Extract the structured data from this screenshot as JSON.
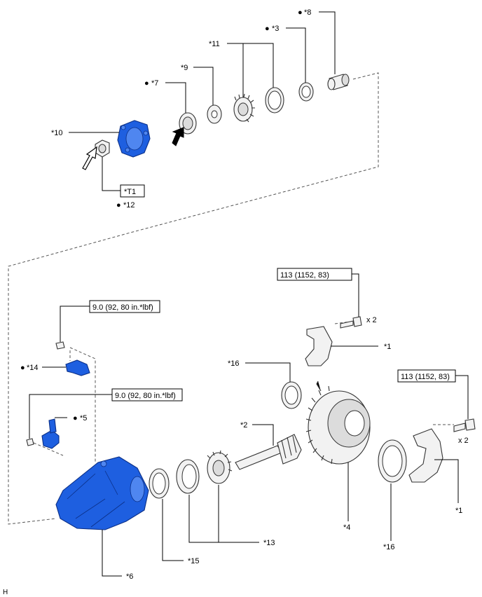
{
  "labels": {
    "p1a": "*1",
    "p1b": "*1",
    "p2": "*2",
    "p3": "*3",
    "p4": "*4",
    "p5": "*5",
    "p6": "*6",
    "p7": "*7",
    "p8": "*8",
    "p9": "*9",
    "p10": "*10",
    "p11": "*11",
    "p12": "*12",
    "p13": "*13",
    "p14": "*14",
    "p15": "*15",
    "p16a": "*16",
    "p16b": "*16",
    "t1": "*T1",
    "footer": "H"
  },
  "torques": {
    "bearing_cap_bolt_left": "113 (1152, 83)",
    "bearing_cap_bolt_right": "113 (1152, 83)",
    "small_bolt_upper": "9.0 (92, 80 in.*lbf)",
    "small_bolt_lower": "9.0 (92, 80 in.*lbf)"
  },
  "quantities": {
    "bolt_left": "x 2",
    "bolt_right": "x 2"
  },
  "markers": {
    "non_reusable": "●"
  },
  "colors": {
    "highlight_parts": "#1e5fe0",
    "outline": "#333333"
  }
}
